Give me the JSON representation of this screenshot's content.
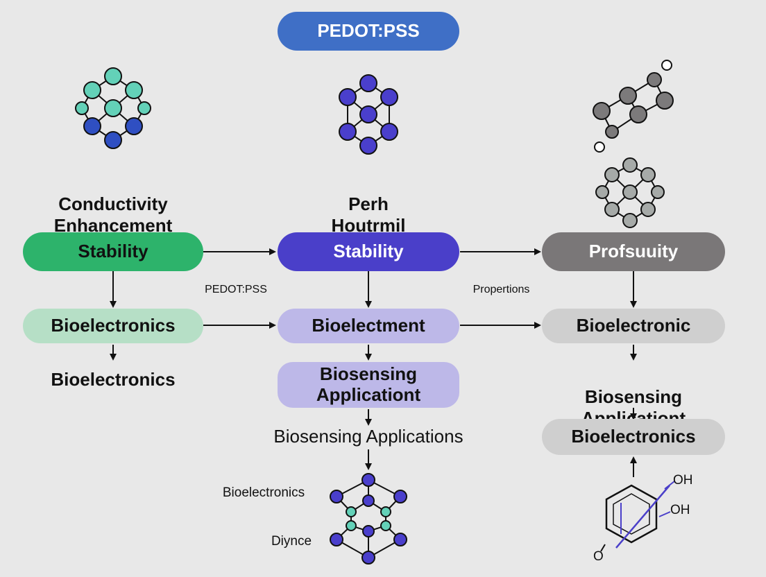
{
  "title": "PEDOT:PSS",
  "columns": [
    {
      "heading": "Conductivity\nEnhancement",
      "pill1": "Stability",
      "pill2": "Bioelectronics",
      "label3": "Bioelectronics"
    },
    {
      "heading": "Perh\nHoutrmil",
      "pill1": "Stability",
      "pill2": "Bioelectment",
      "pill3": "Biosensing\nApplicationt",
      "label3": "Biosensing Applications",
      "side_labels": [
        "Bioelectronics",
        "Diynce"
      ]
    },
    {
      "pill1": "Profsuuity",
      "pill2": "Bioelectronic",
      "label3": "Biosensing\nApplicationt",
      "pill3": "Bioelectronics",
      "chem_labels": [
        "OH",
        "OH",
        "O"
      ]
    }
  ],
  "connector_labels": [
    "PEDOT:PSS",
    "Propertions"
  ],
  "colors": {
    "background": "#e8e8e8",
    "title_pill": "#3f6fc6",
    "green": "#2db36b",
    "green_light": "#b6dfc6",
    "purple": "#4a3fc9",
    "purple_light": "#bdb8e8",
    "gray": "#7a7778",
    "gray_light": "#cfcfcf",
    "teal_node": "#63d1b8",
    "blue_node": "#2f4fc2",
    "violet_node": "#4a3fcc",
    "gray_node": "#7c7a7b",
    "gray_node_light": "#a6aaa8"
  },
  "icons": [
    "molecule-icon",
    "molecule-icon",
    "molecule-icon",
    "molecule-icon",
    "molecule-icon",
    "benzene-ring-icon"
  ]
}
